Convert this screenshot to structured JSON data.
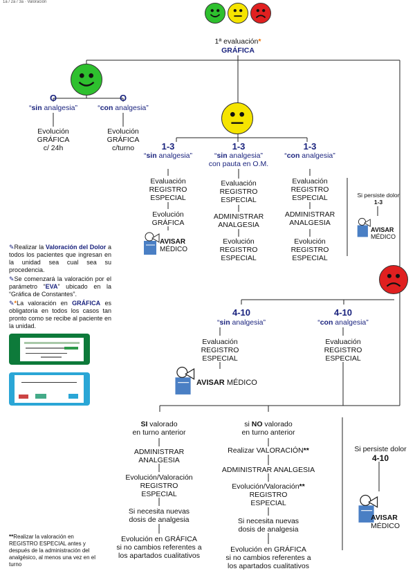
{
  "header": {
    "small_note": "1a / 2a / 3a · Valoración",
    "eval": "1ª evaluación",
    "star": "*",
    "grafica": "GRÁFICA"
  },
  "faces": {
    "green": "#2ec02e",
    "yellow": "#f5e400",
    "red": "#e02020"
  },
  "green_branch": {
    "left": {
      "score": "O",
      "q1": "“",
      "kw": "sin",
      "rest": " analgesia”",
      "l1": "Evolución",
      "l2": "GRÁFICA",
      "l3": "c/ 24h"
    },
    "right": {
      "score": "O",
      "q1": "“",
      "kw": "con",
      "rest": " analgesia”",
      "l1": "Evolución",
      "l2": "GRÁFICA",
      "l3": "c/turno"
    }
  },
  "yellow_branch": {
    "col1": {
      "score": "1-3",
      "kw": "sin",
      "rest": " analgesia”",
      "l1": "Evaluación",
      "l2": "REGISTRO",
      "l3": "ESPECIAL",
      "l4": "Evolución",
      "l5": "GRÁFICA"
    },
    "col2": {
      "score": "1-3",
      "kw": "sin",
      "rest": " analgesia”",
      "sub": "con pauta en O.M.",
      "l1": "Evaluación",
      "l2": "REGISTRO",
      "l3": "ESPECIAL",
      "l4": "ADMINISTRAR",
      "l5": "ANALGESIA",
      "l6": "Evolución",
      "l7": "REGISTRO",
      "l8": "ESPECIAL"
    },
    "col3": {
      "score": "1-3",
      "kw": "con",
      "rest": " analgesia”",
      "l1": "Evaluación",
      "l2": "REGISTRO",
      "l3": "ESPECIAL",
      "l4": "ADMINISTRAR",
      "l5": "ANALGESIA",
      "l6": "Evolución",
      "l7": "REGISTRO",
      "l8": "ESPECIAL"
    },
    "persist": {
      "l1": "Si persiste dolor",
      "l2": "1-3"
    }
  },
  "avisar": {
    "a": "AVISAR",
    "m": "MÉDICO"
  },
  "red_branch": {
    "left": {
      "score": "4-10",
      "kw": "sin",
      "rest": " analgesia”",
      "l1": "Evaluación",
      "l2": "REGISTRO",
      "l3": "ESPECIAL"
    },
    "right": {
      "score": "4-10",
      "kw": "con",
      "rest": " analgesia”",
      "l1": "Evaluación",
      "l2": "REGISTRO",
      "l3": "ESPECIAL"
    }
  },
  "bottom": {
    "si": {
      "kw": "SI",
      "rest": " valorado",
      "l2": "en turno anterior",
      "l3": "ADMINISTRAR",
      "l4": "ANALGESIA",
      "l5": "Evolución/Valoración",
      "l6": "REGISTRO",
      "l7": "ESPECIAL",
      "l8": "Si necesita nuevas",
      "l9": "dosis de analgesia",
      "l10": "Evolución en GRÁFICA",
      "l11": "si no cambios referentes a",
      "l12": "los apartados cualitativos"
    },
    "no": {
      "pre": "si ",
      "kw": "NO",
      "rest": " valorado",
      "l2": "en turno anterior",
      "l3": "Realizar VALORACIÓN",
      "stars": "**",
      "l4": "ADMINISTRAR ANALGESIA",
      "l5": "Evolución/Valoración",
      "l6": "REGISTRO",
      "l7": "ESPECIAL",
      "l8": "Si necesita nuevas",
      "l9": "dosis de analgesia",
      "l10": "Evolución en GRÁFICA",
      "l11": "si no cambios referentes a",
      "l12": "los apartados cualitativos"
    },
    "persist": {
      "l1": "Si persiste dolor",
      "l2": "4-10"
    }
  },
  "sidebar": {
    "p1_a": "Realizar la ",
    "p1_b": "Valoración del Dolor",
    "p1_c": " a todos los pacientes que ingresan en la unidad sea cual sea su procedencia.",
    "p2_a": "Se comenzará la valoración por el parámetro “",
    "p2_b": "EVA",
    "p2_c": "” ubicado en la “Gráfica de Constantes”.",
    "p3_star": "*",
    "p3_a": "La valoración en ",
    "p3_b": "GRÁFICA",
    "p3_c": " es obligatoria en todos los casos tan pronto como se recibe al paciente en la unidad.",
    "footnote_stars": "**",
    "footnote": "Realizar la valoración en REGISTRO ESPECIAL antes y después de la administración del analgésico, al menos una vez en el turno"
  }
}
